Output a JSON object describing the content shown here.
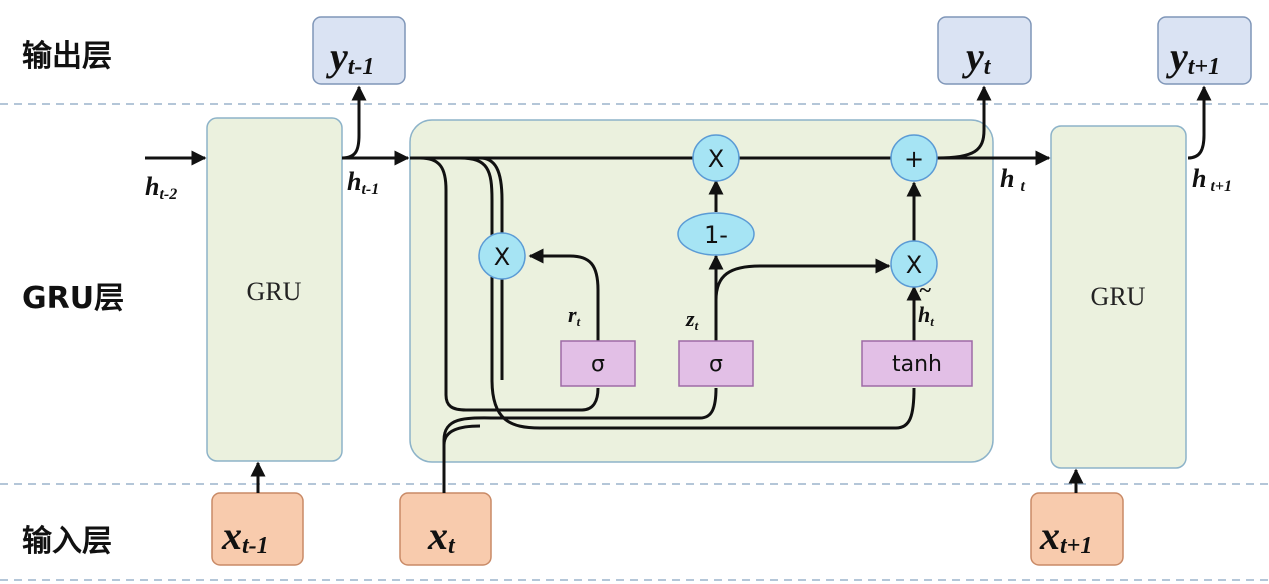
{
  "layers": {
    "output": "输出层",
    "gru": "GRU层",
    "input": "输入层"
  },
  "cells": {
    "left": "GRU",
    "right": "GRU"
  },
  "outputs": [
    {
      "main": "y",
      "sub": "t-1"
    },
    {
      "main": "y",
      "sub": "t"
    },
    {
      "main": "y",
      "sub": "t+1"
    }
  ],
  "inputs": [
    {
      "main": "x",
      "sub": "t-1"
    },
    {
      "main": "x",
      "sub": "t"
    },
    {
      "main": "x",
      "sub": "t+1"
    }
  ],
  "hidden": [
    {
      "main": "h",
      "sub": "t-2"
    },
    {
      "main": "h",
      "sub": "t-1"
    },
    {
      "main": "h",
      "sub": "t"
    },
    {
      "main": "h",
      "sub": "t+1"
    }
  ],
  "ops": {
    "mult_reset": "X",
    "mult_update": "X",
    "mult_candidate": "X",
    "add": "+",
    "one_minus": "1-"
  },
  "gates": {
    "reset": "σ",
    "update": "σ",
    "candidate": "tanh"
  },
  "gate_labels": {
    "reset": {
      "main": "r",
      "sub": "t"
    },
    "update": {
      "main": "z",
      "sub": "t"
    },
    "candidate": {
      "main": "h",
      "accent": "~",
      "sub": "t"
    }
  },
  "colors": {
    "cell_fill": "#ebf1de",
    "cell_stroke": "#8db3c9",
    "output_fill": "#dae3f3",
    "output_stroke": "#7f96b8",
    "input_fill": "#f8cbad",
    "input_stroke": "#c98a66",
    "op_fill": "#a6e4f4",
    "op_stroke": "#5b9bd5",
    "gate_fill": "#e2bfe6",
    "gate_stroke": "#9e6aa6"
  }
}
